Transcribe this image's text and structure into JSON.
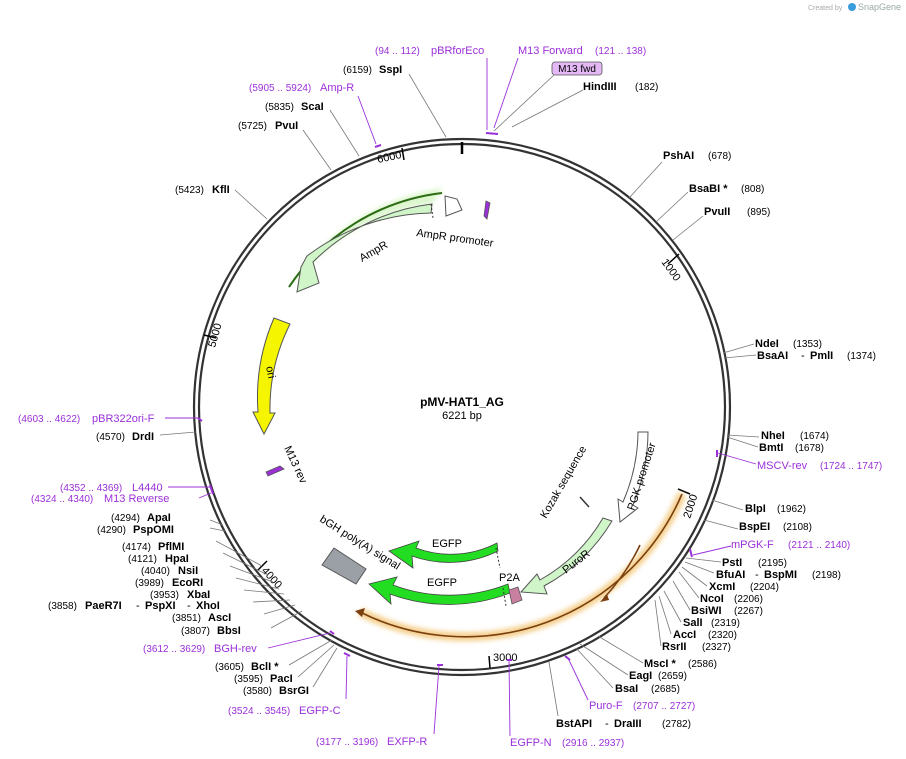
{
  "watermark": {
    "created_by": "Created by",
    "brand": "SnapGene"
  },
  "plasmid": {
    "name": "pMV-HAT1_AG",
    "length": "6221 bp"
  },
  "ticks": [
    "1000",
    "2000",
    "3000",
    "4000",
    "5000",
    "6000"
  ],
  "features": {
    "ampr_promoter": "AmpR promoter",
    "ampr": "AmpR",
    "ori": "ori",
    "m13_rev": "M13 rev",
    "m13_fwd": "M13 fwd",
    "bgh": "bGH poly(A) signal",
    "egfp1": "EGFP",
    "egfp2": "EGFP",
    "p2a": "P2A",
    "puror": "PuroR",
    "pgk": "PGK promoter",
    "kozak": "Kozak sequence"
  },
  "sites": {
    "sspi": {
      "name": "SspI",
      "pos": "(6159)"
    },
    "scai": {
      "name": "ScaI",
      "pos": "(5835)"
    },
    "pvui": {
      "name": "PvuI",
      "pos": "(5725)"
    },
    "kfli": {
      "name": "KflI",
      "pos": "(5423)"
    },
    "hindiii": {
      "name": "HindIII",
      "pos": "(182)"
    },
    "pshai": {
      "name": "PshAI",
      "pos": "(678)"
    },
    "bsabi": {
      "name": "BsaBI *",
      "pos": "(808)"
    },
    "pvuii": {
      "name": "PvuII",
      "pos": "(895)"
    },
    "ndei": {
      "name": "NdeI",
      "pos": "(1353)"
    },
    "bsaai": {
      "name": "BsaAI",
      "sep": "-",
      "name2": "PmlI",
      "pos": "(1374)"
    },
    "nhei": {
      "name": "NheI",
      "pos": "(1674)"
    },
    "bmti": {
      "name": "BmtI",
      "pos": "(1678)"
    },
    "blpi": {
      "name": "BlpI",
      "pos": "(1962)"
    },
    "bspei": {
      "name": "BspEI",
      "pos": "(2108)"
    },
    "psti": {
      "name": "PstI",
      "pos": "(2195)"
    },
    "bfuai": {
      "name": "BfuAI",
      "sep": "-",
      "name2": "BspMI",
      "pos": "(2198)"
    },
    "xcmi": {
      "name": "XcmI",
      "pos": "(2204)"
    },
    "ncoi": {
      "name": "NcoI",
      "pos": "(2206)"
    },
    "bsiwi": {
      "name": "BsiWI",
      "pos": "(2267)"
    },
    "sali": {
      "name": "SalI",
      "pos": "(2319)"
    },
    "acci": {
      "name": "AccI",
      "pos": "(2320)"
    },
    "rsrii": {
      "name": "RsrII",
      "pos": "(2327)"
    },
    "msci": {
      "name": "MscI *",
      "pos": "(2586)"
    },
    "eagi": {
      "name": "EagI",
      "pos": "(2659)"
    },
    "bsai": {
      "name": "BsaI",
      "pos": "(2685)"
    },
    "bstapi": {
      "name": "BstAPI",
      "sep": "-",
      "name2": "DraIII",
      "pos": "(2782)"
    },
    "drdi": {
      "name": "DrdI",
      "pos": "(4570)"
    },
    "apai": {
      "name": "ApaI",
      "pos": "(4294)"
    },
    "pspomi": {
      "name": "PspOMI",
      "pos": "(4290)"
    },
    "pflmi": {
      "name": "PflMI",
      "pos": "(4174)"
    },
    "hpai": {
      "name": "HpaI",
      "pos": "(4121)"
    },
    "nsii": {
      "name": "NsiI",
      "pos": "(4040)"
    },
    "ecori": {
      "name": "EcoRI",
      "pos": "(3989)"
    },
    "xbai": {
      "name": "XbaI",
      "pos": "(3953)"
    },
    "paer7i": {
      "name": "PaeR7I",
      "sep": "-",
      "name2": "PspXI",
      "sep2": "-",
      "name3": "XhoI",
      "pos": "(3858)"
    },
    "asci": {
      "name": "AscI",
      "pos": "(3851)"
    },
    "bbsi": {
      "name": "BbsI",
      "pos": "(3807)"
    },
    "bcli": {
      "name": "BclI *",
      "pos": "(3605)"
    },
    "paci": {
      "name": "PacI",
      "pos": "(3595)"
    },
    "bsrgi": {
      "name": "BsrGI",
      "pos": "(3580)"
    }
  },
  "primers": {
    "pbrforeco": {
      "name": "pBRforEco",
      "pos": "(94 .. 112)"
    },
    "m13forward": {
      "name": "M13 Forward",
      "pos": "(121 .. 138)"
    },
    "ampr_p": {
      "name": "Amp-R",
      "pos": "(5905 .. 5924)"
    },
    "pbr322ori": {
      "name": "pBR322ori-F",
      "pos": "(4603 .. 4622)"
    },
    "l4440": {
      "name": "L4440",
      "pos": "(4352 .. 4369)"
    },
    "m13reverse": {
      "name": "M13 Reverse",
      "pos": "(4324 .. 4340)"
    },
    "mscvrev": {
      "name": "MSCV-rev",
      "pos": "(1724 .. 1747)"
    },
    "mpgkf": {
      "name": "mPGK-F",
      "pos": "(2121 .. 2140)"
    },
    "purof": {
      "name": "Puro-F",
      "pos": "(2707 .. 2727)"
    },
    "egfpn": {
      "name": "EGFP-N",
      "pos": "(2916 .. 2937)"
    },
    "exfpr": {
      "name": "EXFP-R",
      "pos": "(3177 .. 3196)"
    },
    "egfpc": {
      "name": "EGFP-C",
      "pos": "(3524 .. 3545)"
    },
    "bghrev": {
      "name": "BGH-rev",
      "pos": "(3612 .. 3629)"
    }
  },
  "colors": {
    "ampr": "#d9f5c9",
    "ori": "#f5f500",
    "egfp": "#22dd22",
    "puror": "#d0f5c8",
    "bgh": "#9aa0a6",
    "p2a": "#c97fa0",
    "primer": "#9b30d9",
    "orf": "#b45a10"
  }
}
